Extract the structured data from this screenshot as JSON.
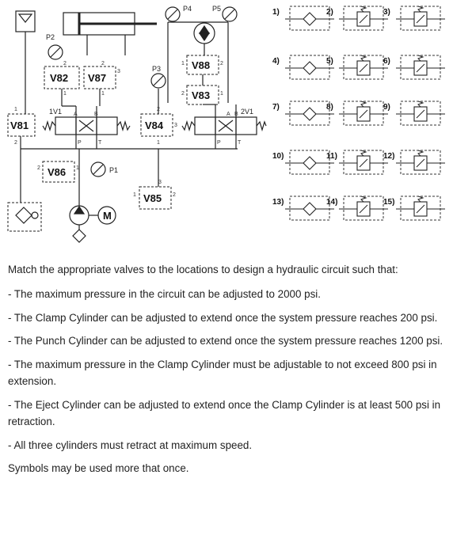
{
  "circuit": {
    "gauge_labels": [
      "P2",
      "P3",
      "P4",
      "P5",
      "P1"
    ],
    "valve_labels": [
      "V82",
      "V87",
      "V88",
      "V83",
      "V81",
      "V84",
      "V86",
      "V85"
    ],
    "directional_labels": [
      "1V1",
      "2V1"
    ],
    "port_letters": [
      "A",
      "B",
      "P",
      "T"
    ],
    "port_numbers": [
      "1",
      "2",
      "3"
    ],
    "motor_label": "M"
  },
  "palette": {
    "numbers": [
      "1)",
      "2)",
      "3)",
      "4)",
      "5)",
      "6)",
      "7)",
      "8)",
      "9)",
      "10)",
      "11)",
      "12)",
      "13)",
      "14)",
      "15)"
    ]
  },
  "problem": {
    "intro": "Match the appropriate valves to the locations to design a hydraulic circuit such that:",
    "requirements": [
      "- The maximum pressure in the circuit can be adjusted to 2000 psi.",
      "- The Clamp Cylinder can be adjusted to extend once the system pressure reaches 200 psi.",
      "- The Punch Cylinder can be adjusted to extend once the system pressure reaches 1200 psi.",
      "- The maximum pressure in the Clamp Cylinder must be adjustable to not exceed 800 psi in extension.",
      "- The Eject Cylinder can be adjusted to extend once the Clamp Cylinder is at least 500 psi in retraction.",
      "- All three cylinders must retract at maximum speed."
    ],
    "footer": "Symbols may be used more that once."
  }
}
